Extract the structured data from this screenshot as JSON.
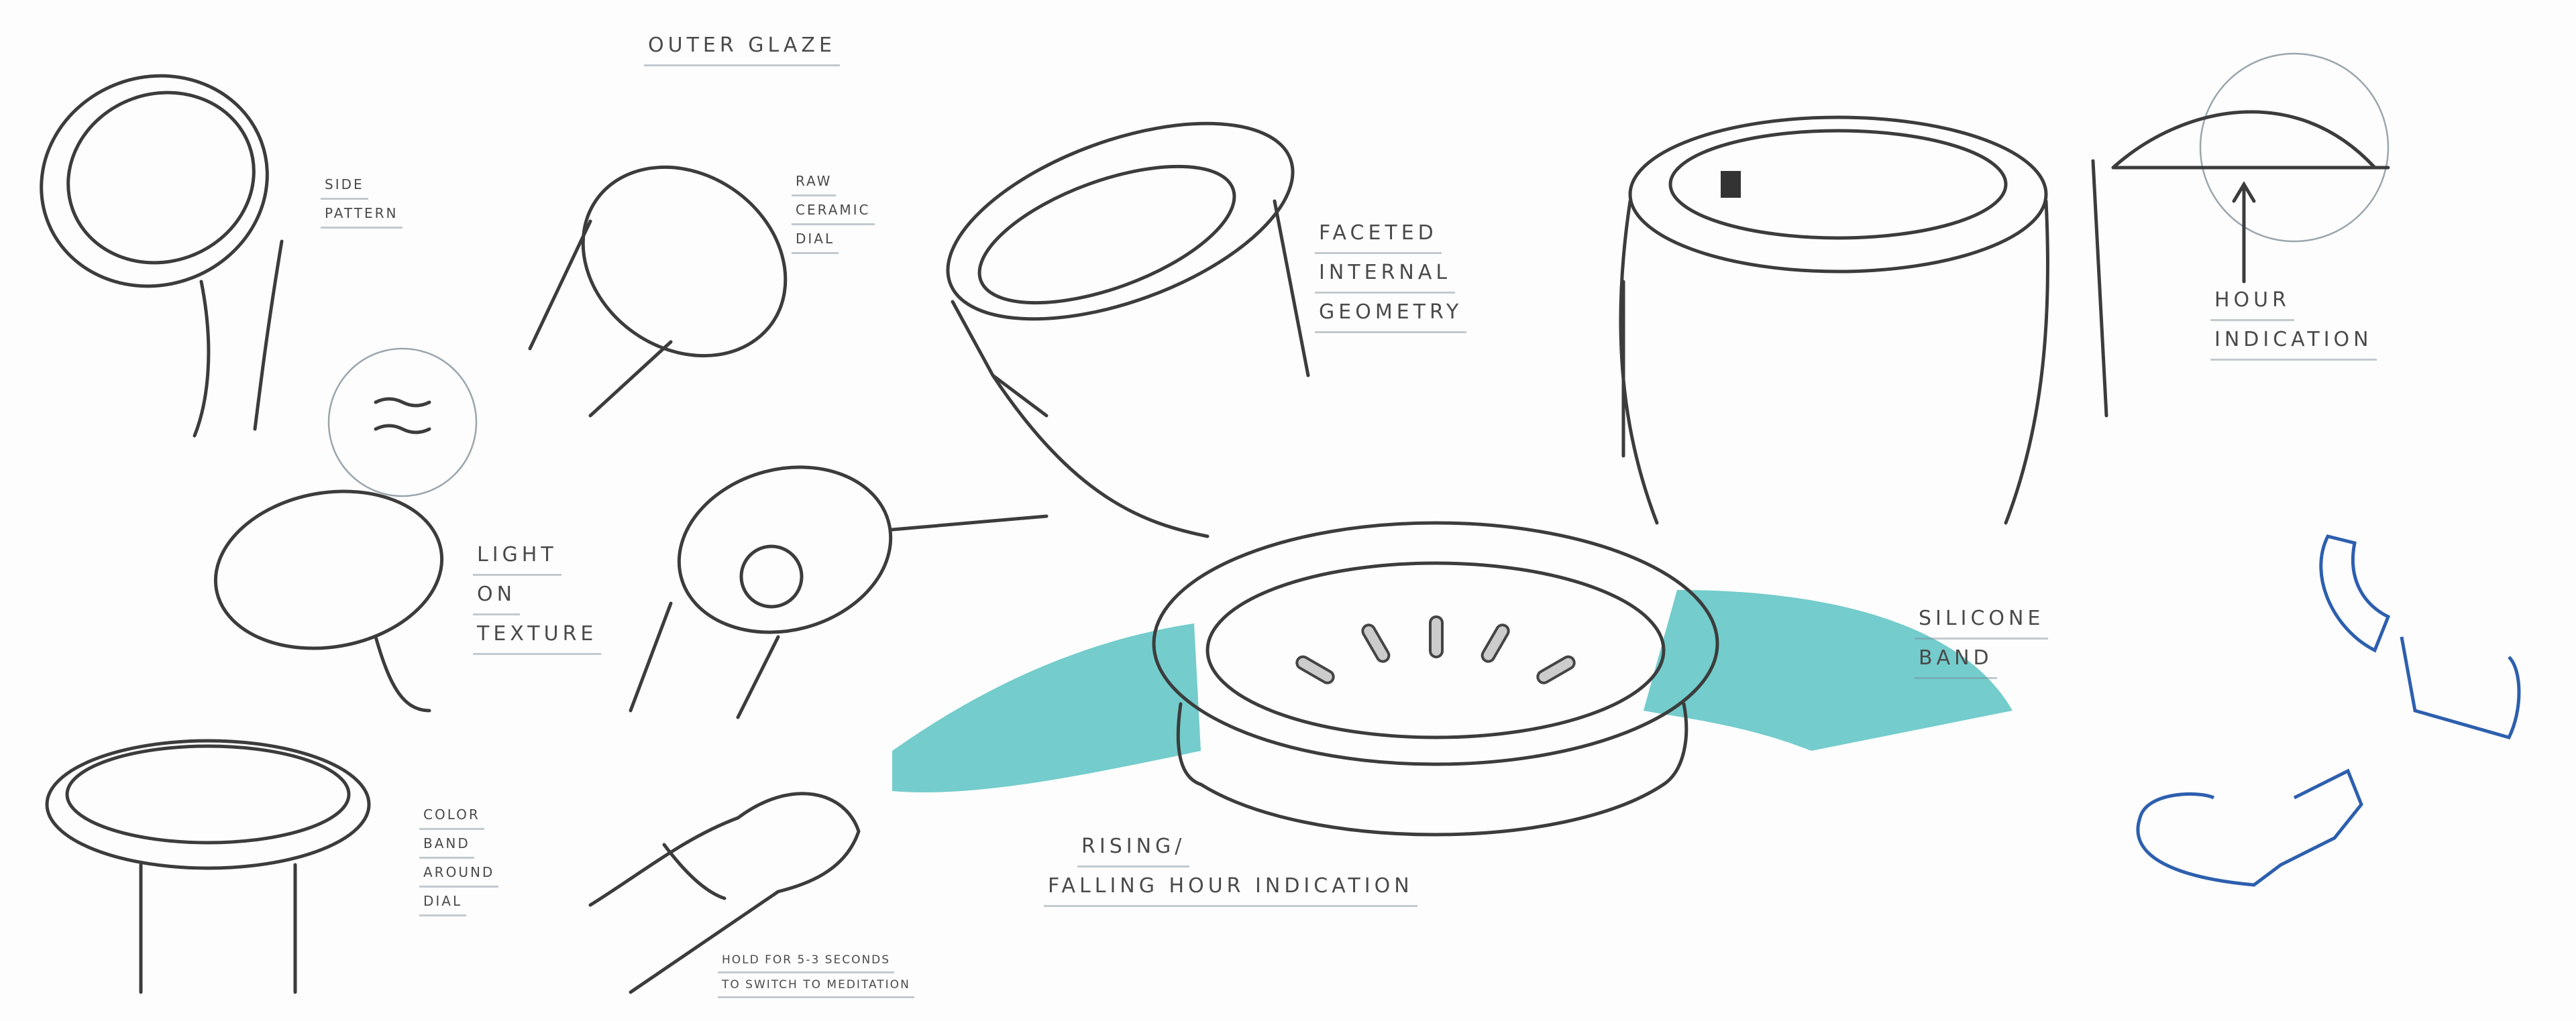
{
  "labels": {
    "outer_glaze": "OUTER GLAZE",
    "side_pattern": [
      "SIDE",
      "PATTERN"
    ],
    "raw_ceramic_dial": [
      "RAW",
      "CERAMIC",
      "DIAL"
    ],
    "faceted_internal_geometry": [
      "FACETED",
      "INTERNAL",
      "GEOMETRY"
    ],
    "hour_indication": [
      "HOUR",
      "INDICATION"
    ],
    "light_on_texture": [
      "LIGHT",
      "ON",
      "TEXTURE"
    ],
    "silicone_band": [
      "SILICONE",
      "BAND"
    ],
    "rising_falling": [
      "RISING/",
      "FALLING HOUR INDICATION"
    ],
    "color_band_around_dial": [
      "COLOR",
      "BAND",
      "AROUND",
      "DIAL"
    ],
    "hold_note": [
      "HOLD FOR 5-3 SECONDS",
      "TO SWITCH TO MEDITATION"
    ]
  },
  "colors": {
    "band": "#5cc3c3",
    "blue_sketch": "#2d5fae",
    "pencil": "#3c3c3c"
  }
}
